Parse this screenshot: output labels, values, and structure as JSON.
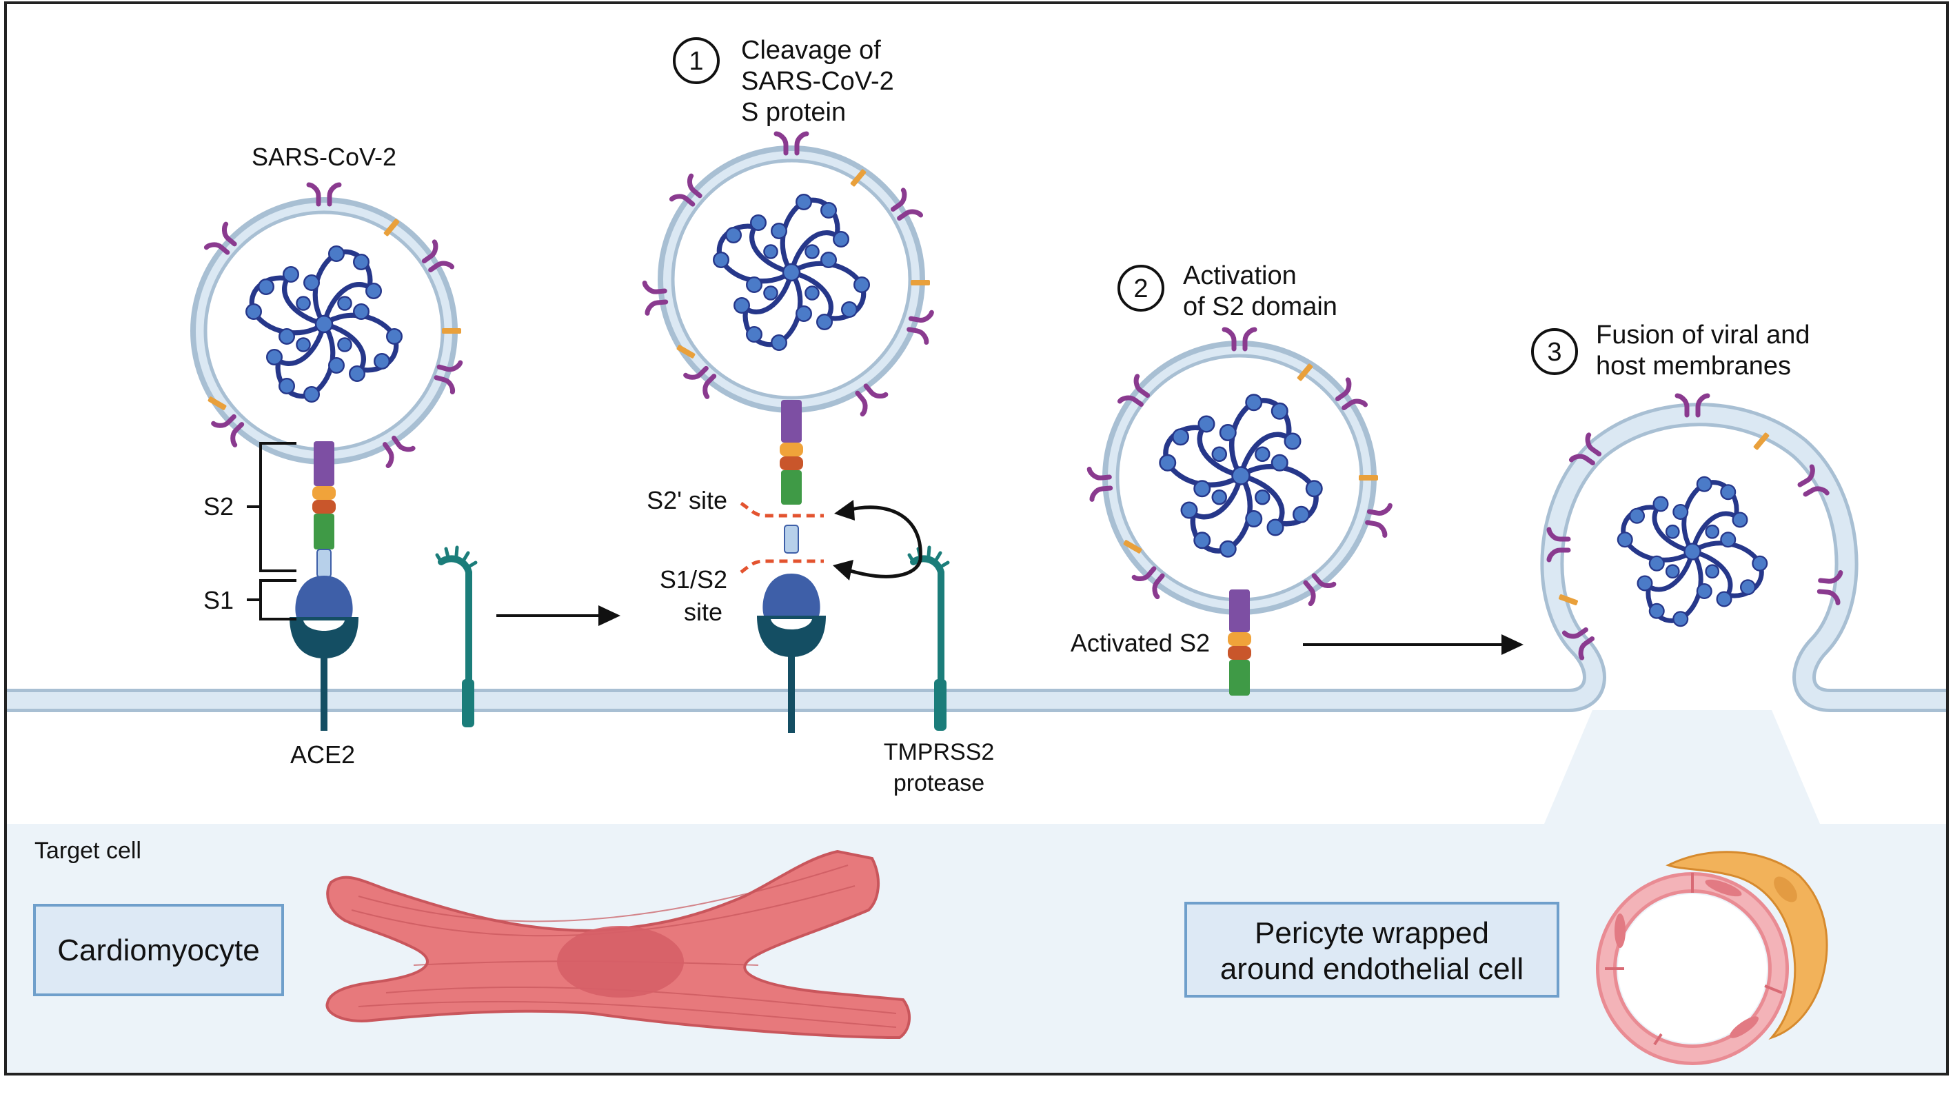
{
  "diagram": {
    "virus_label": "SARS-CoV-2",
    "s2_label": "S2",
    "s1_label": "S1",
    "ace2_label": "ACE2",
    "step1": {
      "number": "1",
      "line1": "Cleavage of",
      "line2": "SARS-CoV-2",
      "line3": "S protein"
    },
    "s2prime_label": "S2' site",
    "s1s2_line1": "S1/S2",
    "s1s2_line2": "site",
    "tmprss2_line1": "TMPRSS2",
    "tmprss2_line2": "protease",
    "step2": {
      "number": "2",
      "line1": "Activation",
      "line2": "of S2 domain"
    },
    "activated_s2_label": "Activated S2",
    "step3": {
      "number": "3",
      "line1": "Fusion of viral and",
      "line2": "host membranes"
    },
    "target_cell_label": "Target cell",
    "cardiomyocyte_label": "Cardiomyocyte",
    "pericyte_line1": "Pericyte wrapped",
    "pericyte_line2": "around endothelial cell"
  },
  "colors": {
    "membrane_fill": "#dbe8f3",
    "membrane_edge": "#a8bfd3",
    "spike_purple": "#7d4fa3",
    "spike_orange": "#f0a33a",
    "spike_brown": "#c9562b",
    "spike_green": "#3f9a46",
    "rbd_blue": "#3e5fa8",
    "ace2_teal": "#144e63",
    "tmprss2_teal": "#1b7d7a",
    "rna_blue": "#26378a",
    "rna_bead": "#4b7bc8",
    "receptor_purple": "#8a3a8f",
    "marker_orange": "#e9a03b",
    "cleavage_red": "#e3532f",
    "target_band": "#ecf3f9",
    "label_box": "#dde9f5",
    "cardio_red": "#e7797c",
    "pericyte_orange": "#f2b25a"
  }
}
